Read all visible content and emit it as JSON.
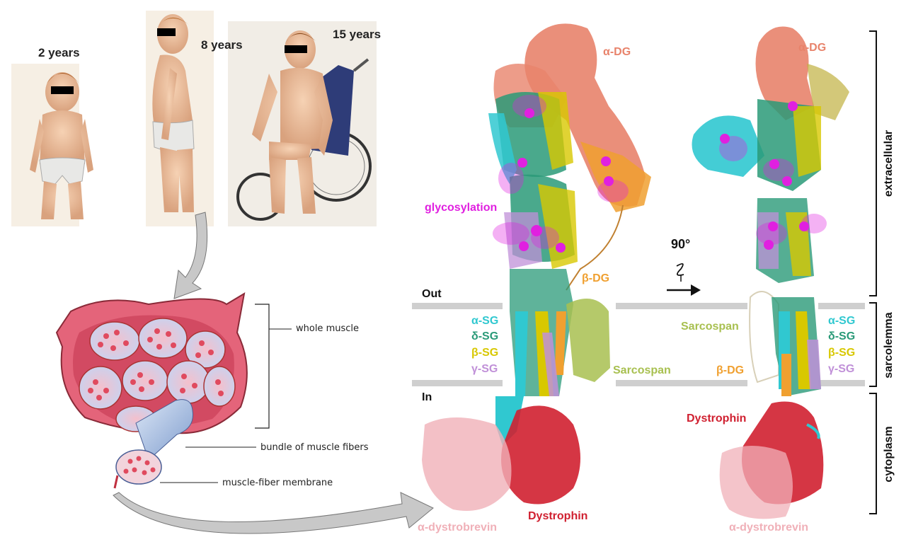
{
  "ages": {
    "a2": "2 years",
    "a8": "8 years",
    "a15": "15 years"
  },
  "muscle": {
    "whole": "whole muscle",
    "bundle": "bundle of muscle fibers",
    "membrane": "muscle-fiber membrane"
  },
  "membrane": {
    "out": "Out",
    "in": "In"
  },
  "left_structure": {
    "alpha_dg": "α-DG",
    "glycosylation": "glycosylation",
    "beta_dg": "β-DG",
    "alpha_sg": "α-SG",
    "delta_sg": "δ-SG",
    "beta_sg": "β-SG",
    "gamma_sg": "γ-SG",
    "sarcospan": "Sarcospan",
    "dystrophin": "Dystrophin",
    "dystrobrevin": "α-dystrobrevin"
  },
  "rotation": {
    "angle": "90°"
  },
  "right_structure": {
    "alpha_dg": "α-DG",
    "sarcospan": "Sarcospan",
    "beta_dg": "β-DG",
    "alpha_sg": "α-SG",
    "delta_sg": "δ-SG",
    "beta_sg": "β-SG",
    "gamma_sg": "γ-SG",
    "dystrophin": "Dystrophin",
    "dystrobrevin": "α-dystrobrevin"
  },
  "regions": {
    "extracellular": "extracellular",
    "sarcolemma": "sarcolemma",
    "cytoplasm": "cytoplasm"
  },
  "colors": {
    "alpha_dg": "#e8836b",
    "glycosylation": "#e020e0",
    "beta_dg": "#f0a030",
    "alpha_sg": "#30c8d0",
    "delta_sg": "#2a9a78",
    "beta_sg": "#d8c800",
    "gamma_sg": "#c090d8",
    "sarcospan": "#a8c050",
    "dystrophin": "#d02030",
    "dystrobrevin": "#f0b0b8"
  }
}
